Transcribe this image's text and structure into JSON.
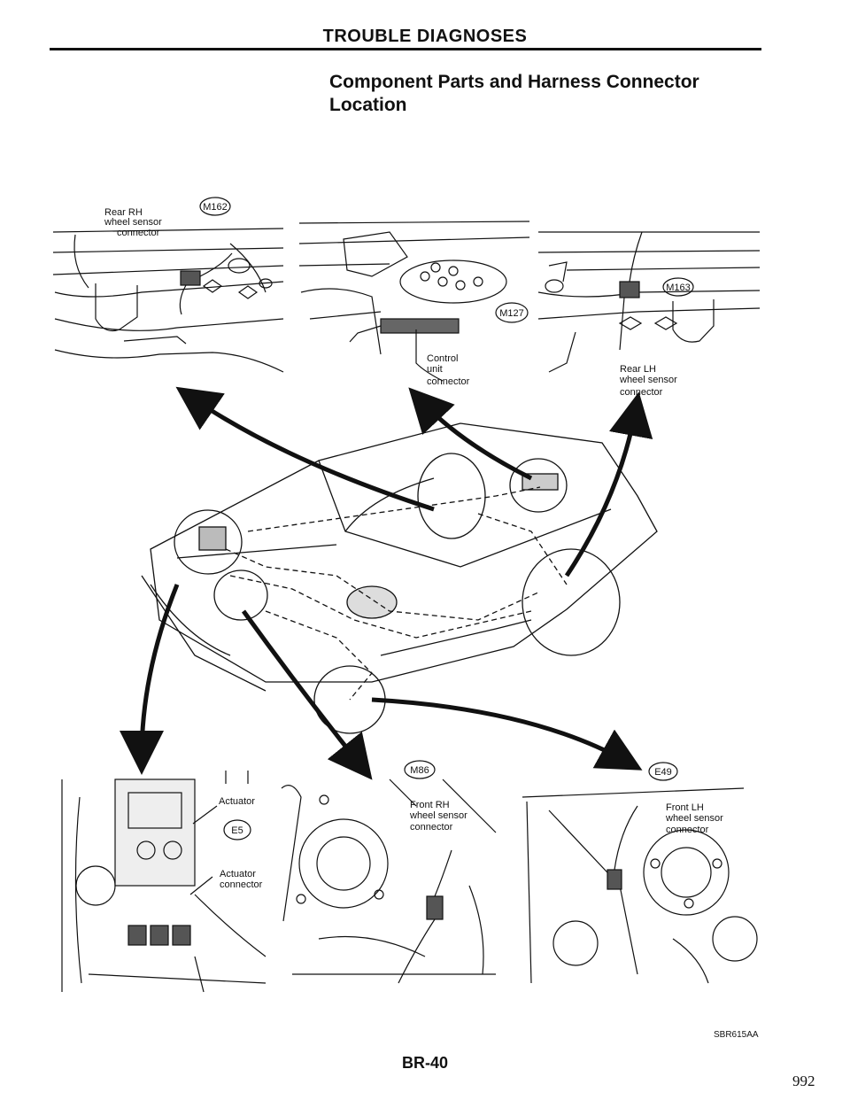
{
  "header": {
    "section": "TROUBLE DIAGNOSES"
  },
  "content": {
    "heading_line1": "Component Parts and Harness Connector",
    "heading_line2": "Location"
  },
  "callouts": {
    "rear_rh": {
      "line1": "Rear RH",
      "line2": "wheel sensor",
      "line3": "connector",
      "connector_id": "M162"
    },
    "control_unit": {
      "line1": "Control",
      "line2": "unit",
      "line3": "connector",
      "connector_id": "M127"
    },
    "rear_lh": {
      "line1": "Rear LH",
      "line2": "wheel sensor",
      "line3": "connector",
      "connector_id": "M163"
    },
    "actuator": {
      "label": "Actuator",
      "connector_id": "E5",
      "conn_line1": "Actuator",
      "conn_line2": "connector"
    },
    "front_rh": {
      "line1": "Front RH",
      "line2": "wheel sensor",
      "line3": "connector",
      "connector_id": "M86"
    },
    "front_lh": {
      "line1": "Front LH",
      "line2": "wheel sensor",
      "line3": "connector",
      "connector_id": "E49"
    }
  },
  "footer": {
    "figure_code": "SBR615AA",
    "page_label": "BR-40",
    "page_number": "992"
  }
}
